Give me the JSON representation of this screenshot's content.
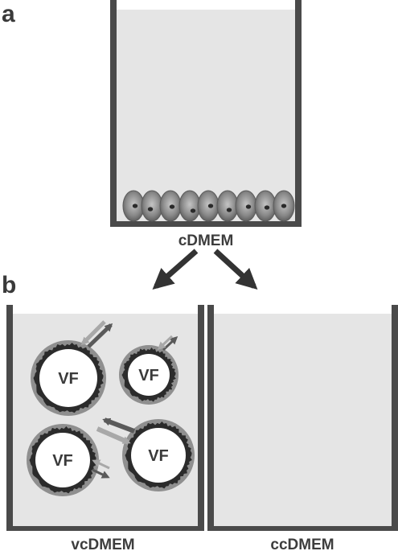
{
  "panels": [
    {
      "letter": "a"
    },
    {
      "letter": "b"
    }
  ],
  "wells": {
    "top": {
      "label": "cDMEM"
    },
    "left": {
      "label": "vcDMEM"
    },
    "right": {
      "label": "ccDMEM"
    }
  },
  "microcarrier": {
    "label": "VF"
  },
  "colors": {
    "wall": "#4a4a4a",
    "medium": "#e5e5e5",
    "cell": "#8c8c8c",
    "arrow_dark": "#5a5a5a",
    "arrow_light": "#a8a8a8",
    "sphere_ring": "#8f8f8f",
    "sphere_crust": "#2b2b2b"
  }
}
